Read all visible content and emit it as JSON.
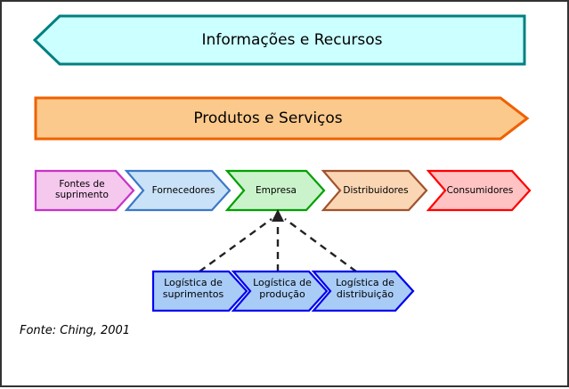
{
  "diagram": {
    "title_visible": false,
    "background": "#ffffff",
    "frame_color": "#333333",
    "banners": [
      {
        "id": "informacoes-e-recursos",
        "label": "Informações e Recursos",
        "direction": "left",
        "fill": "#CCFFFF",
        "stroke": "#008080"
      },
      {
        "id": "produtos-e-servicos",
        "label": "Produtos e Serviços",
        "direction": "right",
        "fill": "#FCC98C",
        "stroke": "#F06000"
      }
    ],
    "chain": [
      {
        "id": "fontes-de-suprimento",
        "label": "Fontes de\nsuprimento",
        "fill": "#F5C8EE",
        "stroke": "#C832C8"
      },
      {
        "id": "fornecedores",
        "label": "Fornecedores",
        "fill": "#CAE2F7",
        "stroke": "#3C78C8"
      },
      {
        "id": "empresa",
        "label": "Empresa",
        "fill": "#CBF3CB",
        "stroke": "#00A000"
      },
      {
        "id": "distribuidores",
        "label": "Distribuidores",
        "fill": "#FAD6B4",
        "stroke": "#A0522D"
      },
      {
        "id": "consumidores",
        "label": "Consumidores",
        "fill": "#FFC3C3",
        "stroke": "#FF0000"
      }
    ],
    "logistics": [
      {
        "id": "logistica-de-suprimentos",
        "label": "Logística de\nsuprimentos",
        "fill": "#A9CCF7",
        "stroke": "#0000EE"
      },
      {
        "id": "logistica-de-producao",
        "label": "Logística de\nprodução",
        "fill": "#A9CCF7",
        "stroke": "#0000EE"
      },
      {
        "id": "logistica-de-distribuicao",
        "label": "Logística de\ndistribuição",
        "fill": "#A9CCF7",
        "stroke": "#0000EE"
      }
    ],
    "connectors": {
      "style": "dashed",
      "color": "#222222",
      "target": "empresa",
      "sources": [
        "logistica-de-suprimentos",
        "logistica-de-producao",
        "logistica-de-distribuicao"
      ]
    },
    "source_note": "Fonte: Ching, 2001"
  }
}
